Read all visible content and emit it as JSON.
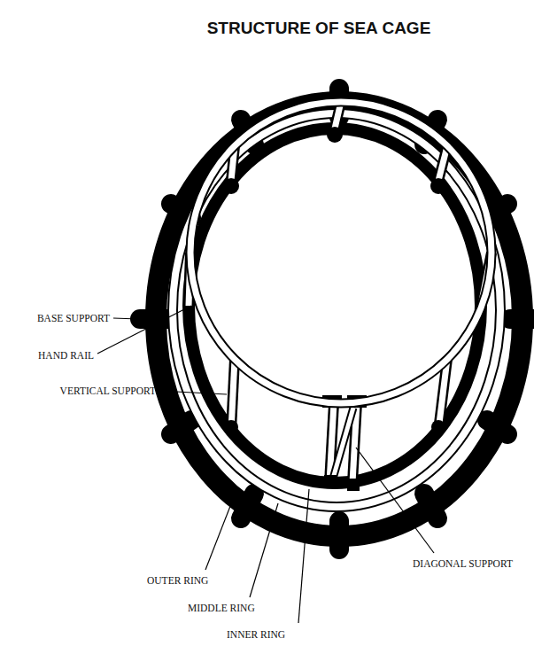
{
  "diagram": {
    "title": "STRUCTURE OF SEA CAGE",
    "labels": [
      "BASE SUPPORT",
      "HAND RAIL",
      "VERTICAL SUPPORT",
      "OUTER RING",
      "MIDDLE RING",
      "INNER RING",
      "DIAGONAL SUPPORT"
    ]
  }
}
